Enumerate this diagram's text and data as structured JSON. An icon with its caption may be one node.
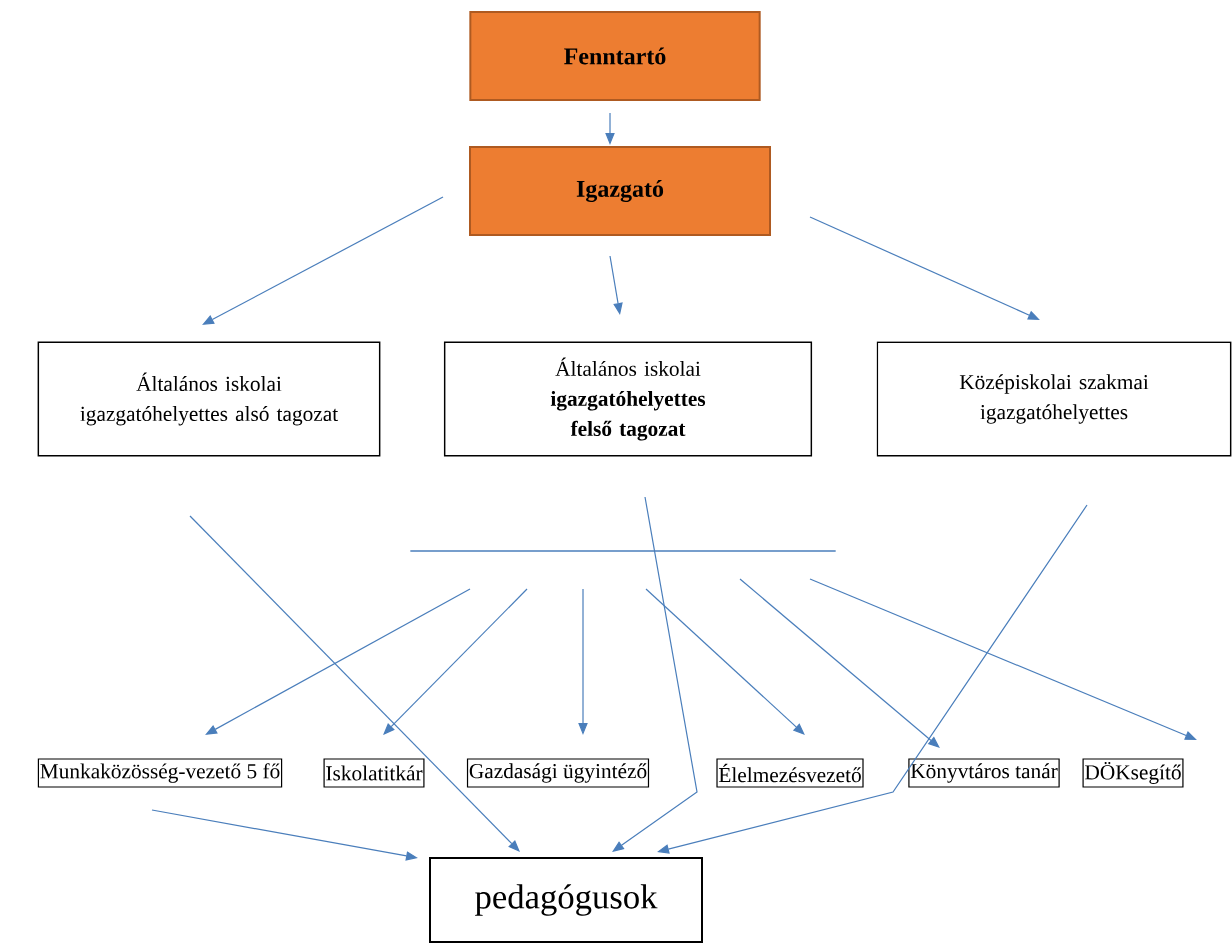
{
  "diagram": {
    "nodes": [
      {
        "text": [
          "Fenntartó"
        ]
      },
      {
        "text": [
          "Igazgató"
        ]
      },
      {
        "text": [
          "Általános iskolai igazgatóhelyettes alsó tagozat"
        ]
      },
      {
        "text": [
          "Általános iskolai **igazgatóhelyettes felső tagozat**"
        ]
      },
      {
        "text": [
          "Középiskolai szakmai igazgatóhelyettes"
        ]
      },
      {
        "text": [],
        "shape": "bar"
      },
      {
        "text": [
          "Munkaközösség-vezető 5 fő"
        ]
      },
      {
        "text": [
          "Iskolatitkár"
        ]
      },
      {
        "text": [
          "Gazdasági ügyintéző"
        ]
      },
      {
        "text": [
          "Élelmezésvezető"
        ]
      },
      {
        "text": [
          "Könyvtáros tanár"
        ]
      },
      {
        "text": [
          "DÖKsegítő"
        ]
      },
      {
        "text": [
          "pedagógusok"
        ]
      }
    ],
    "edges": [
      {
        "from": 0,
        "to": 1,
        "arrow": "to"
      },
      {
        "from": 1,
        "to": 2,
        "arrow": "to"
      },
      {
        "from": 1,
        "to": 3,
        "arrow": "to"
      },
      {
        "from": 1,
        "to": 4,
        "arrow": "to"
      },
      {
        "from": 5,
        "to": 6,
        "arrow": "to"
      },
      {
        "from": 5,
        "to": 7,
        "arrow": "to"
      },
      {
        "from": 5,
        "to": 8,
        "arrow": "to"
      },
      {
        "from": 5,
        "to": 9,
        "arrow": "to"
      },
      {
        "from": 5,
        "to": 10,
        "arrow": "to"
      },
      {
        "from": 5,
        "to": 11,
        "arrow": "to"
      },
      {
        "from": 2,
        "to": 12,
        "arrow": "to"
      },
      {
        "from": 3,
        "to": 12,
        "arrow": "to"
      },
      {
        "from": 4,
        "to": 12,
        "arrow": "to"
      },
      {
        "from": 6,
        "to": 12,
        "arrow": "to"
      }
    ]
  }
}
